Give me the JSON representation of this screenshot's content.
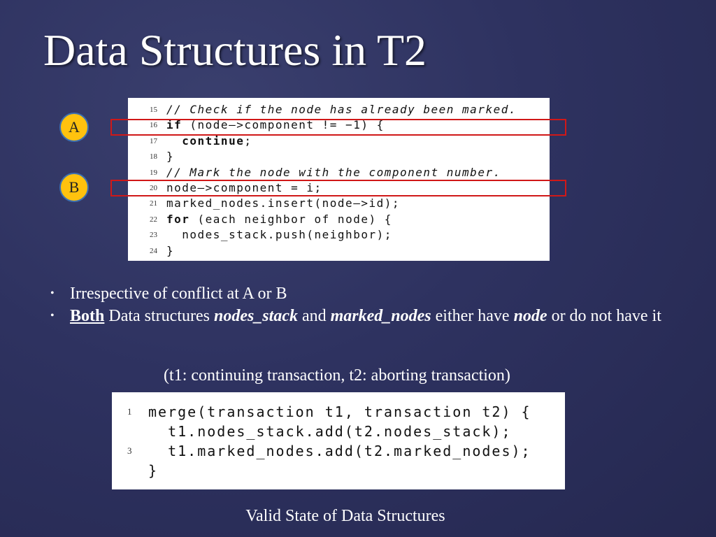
{
  "slide": {
    "title": "Data Structures in T2"
  },
  "code_block_1": {
    "lines": [
      {
        "num": "15",
        "parts": [
          {
            "t": "// Check if the node has already been marked.",
            "s": "cm"
          }
        ]
      },
      {
        "num": "16",
        "parts": [
          {
            "t": "if",
            "s": "kw"
          },
          {
            "t": " (node—>component != −1) {",
            "s": ""
          }
        ]
      },
      {
        "num": "17",
        "parts": [
          {
            "t": "  continue",
            "s": "kw"
          },
          {
            "t": ";",
            "s": ""
          }
        ]
      },
      {
        "num": "18",
        "parts": [
          {
            "t": "}",
            "s": ""
          }
        ]
      },
      {
        "num": "19",
        "parts": [
          {
            "t": "// Mark the node with the component number.",
            "s": "cm"
          }
        ]
      },
      {
        "num": "20",
        "parts": [
          {
            "t": "node—>component = i;",
            "s": ""
          }
        ]
      },
      {
        "num": "21",
        "parts": [
          {
            "t": "marked_nodes.insert(node—>id);",
            "s": ""
          }
        ]
      },
      {
        "num": "22",
        "parts": [
          {
            "t": "for",
            "s": "kw"
          },
          {
            "t": " (each neighbor of node) {",
            "s": ""
          }
        ]
      },
      {
        "num": "23",
        "parts": [
          {
            "t": "  nodes_stack.push(neighbor);",
            "s": ""
          }
        ]
      },
      {
        "num": "24",
        "parts": [
          {
            "t": "}",
            "s": ""
          }
        ]
      }
    ]
  },
  "markers": [
    {
      "label": "A",
      "color": "#ffc20e"
    },
    {
      "label": "B",
      "color": "#ffc20e"
    }
  ],
  "bullets": [
    {
      "segments": [
        {
          "t": "Irrespective of conflict at A or B",
          "s": ""
        }
      ]
    },
    {
      "segments": [
        {
          "t": "Both",
          "s": "bu"
        },
        {
          "t": " Data structures ",
          "s": ""
        },
        {
          "t": "nodes_stack",
          "s": "bi"
        },
        {
          "t": " and ",
          "s": ""
        },
        {
          "t": "marked_nodes",
          "s": "bi"
        },
        {
          "t": " either have ",
          "s": ""
        },
        {
          "t": "node",
          "s": "bi"
        },
        {
          "t": " or do not have it",
          "s": ""
        }
      ]
    }
  ],
  "note": "(t1: continuing transaction, t2: aborting transaction)",
  "code_block_2": {
    "lines": [
      {
        "num": "1",
        "text": "merge(transaction t1, transaction t2) {"
      },
      {
        "num": "",
        "text": "  t1.nodes_stack.add(t2.nodes_stack);"
      },
      {
        "num": "3",
        "text": "  t1.marked_nodes.add(t2.marked_nodes);"
      },
      {
        "num": "",
        "text": "}"
      }
    ]
  },
  "caption": "Valid State of Data Structures",
  "colors": {
    "highlight_box": "#d01818",
    "marker_fill": "#ffc20e",
    "marker_border": "#3c6fb0"
  }
}
